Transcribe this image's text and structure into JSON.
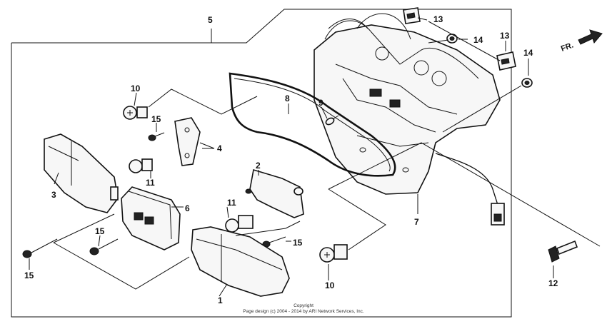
{
  "callouts": {
    "c1": "1",
    "c2": "2",
    "c3": "3",
    "c4": "4",
    "c5": "5",
    "c6": "6",
    "c7": "7",
    "c8": "8",
    "c9": "9",
    "c10a": "10",
    "c10b": "10",
    "c11a": "11",
    "c11b": "11",
    "c12": "12",
    "c13a": "13",
    "c13b": "13",
    "c14a": "14",
    "c14b": "14",
    "c15a": "15",
    "c15b": "15",
    "c15c": "15",
    "c15d": "15"
  },
  "direction": {
    "label": "FR."
  },
  "copyright": {
    "line1": "Copyright",
    "line2": "Page design (c) 2004 - 2014 by ARI Network Services, Inc."
  }
}
